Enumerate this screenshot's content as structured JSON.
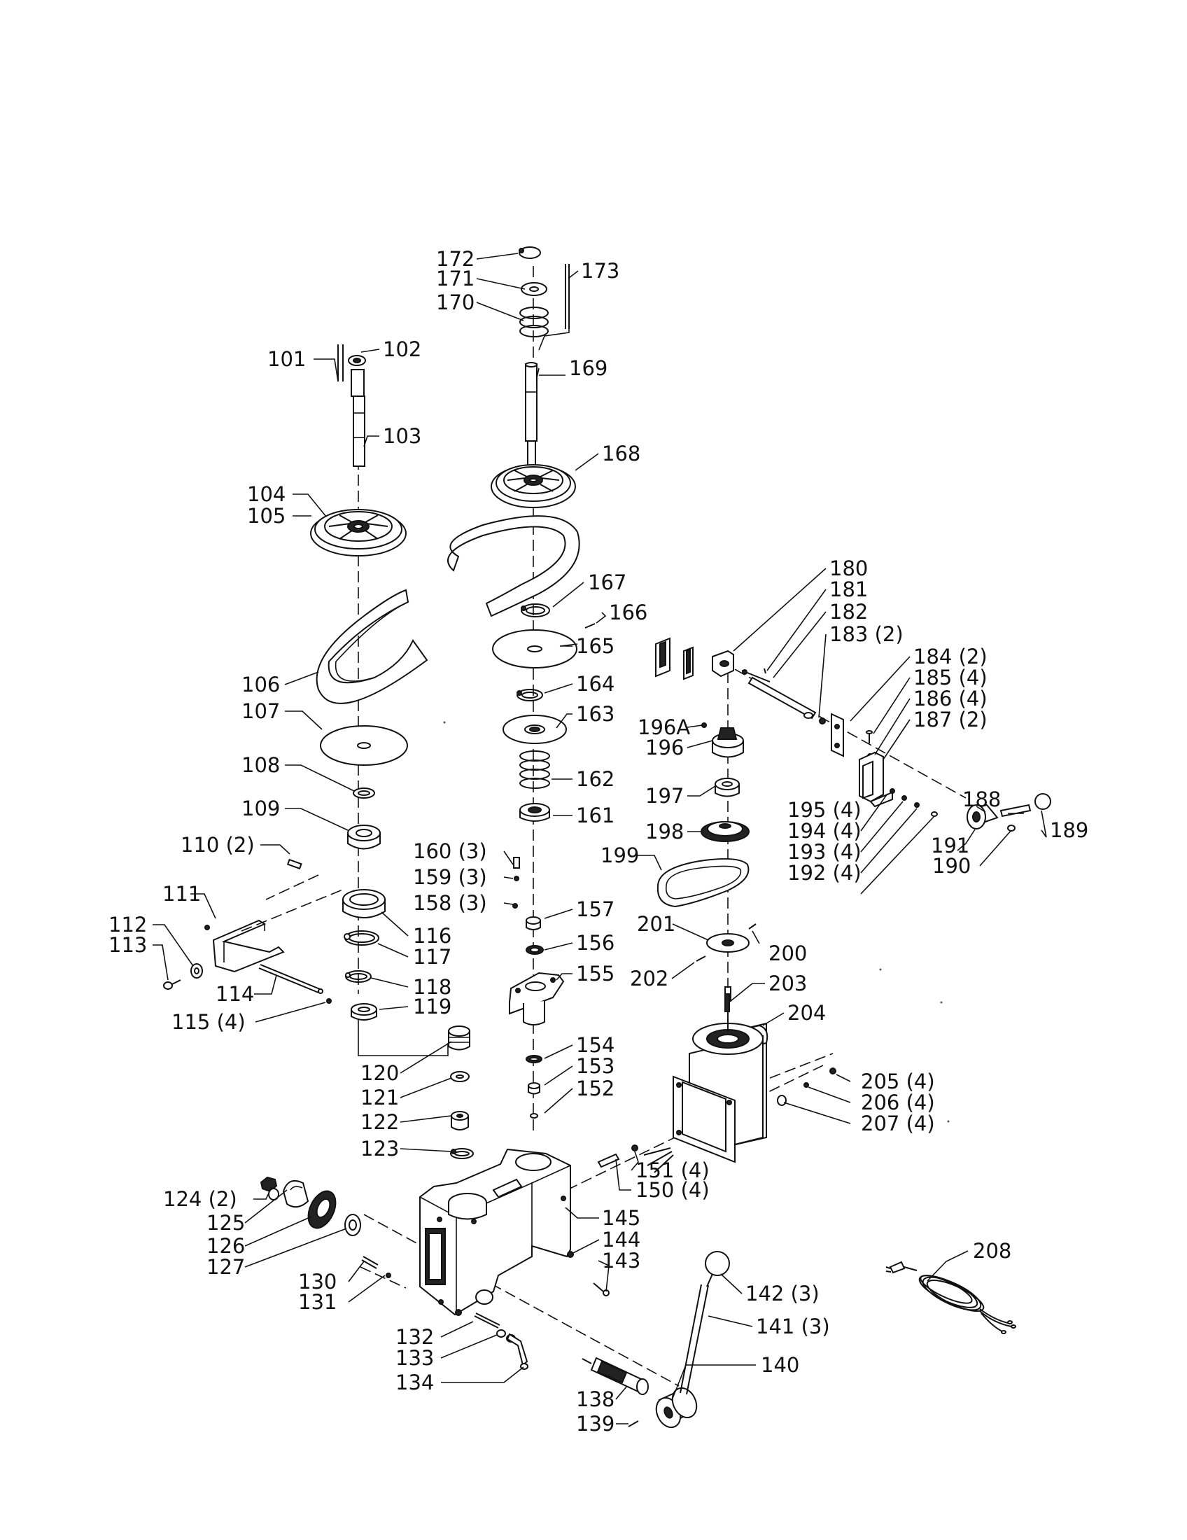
{
  "diagram": {
    "labels": {
      "p101": "101",
      "p102": "102",
      "p103": "103",
      "p104": "104",
      "p105": "105",
      "p106": "106",
      "p107": "107",
      "p108": "108",
      "p109": "109",
      "p110": "110 (2)",
      "p111": "111",
      "p112": "112",
      "p113": "113",
      "p114": "114",
      "p115": "115 (4)",
      "p116": "116",
      "p117": "117",
      "p118": "118",
      "p119": "119",
      "p120": "120",
      "p121": "121",
      "p122": "122",
      "p123": "123",
      "p124": "124 (2)",
      "p125": "125",
      "p126": "126",
      "p127": "127",
      "p130": "130",
      "p131": "131",
      "p132": "132",
      "p133": "133",
      "p134": "134",
      "p138": "138",
      "p139": "139",
      "p140": "140",
      "p141": "141 (3)",
      "p142": "142 (3)",
      "p143": "143",
      "p144": "144",
      "p145": "145",
      "p150": "150 (4)",
      "p151": "151 (4)",
      "p152": "152",
      "p153": "153",
      "p154": "154",
      "p155": "155",
      "p156": "156",
      "p157": "157",
      "p158": "158 (3)",
      "p159": "159 (3)",
      "p160": "160 (3)",
      "p161": "161",
      "p162": "162",
      "p163": "163",
      "p164": "164",
      "p165": "165",
      "p166": "166",
      "p167": "167",
      "p168": "168",
      "p169": "169",
      "p170": "170",
      "p171": "171",
      "p172": "172",
      "p173": "173",
      "p180": "180",
      "p181": "181",
      "p182": "182",
      "p183": "183 (2)",
      "p184": "184 (2)",
      "p185": "185 (4)",
      "p186": "186 (4)",
      "p187": "187 (2)",
      "p188": "188",
      "p189": "189",
      "p190": "190",
      "p191": "191",
      "p192": "192 (4)",
      "p193": "193 (4)",
      "p194": "194 (4)",
      "p195": "195 (4)",
      "p196": "196",
      "p196A": "196A",
      "p197": "197",
      "p198": "198",
      "p199": "199",
      "p200": "200",
      "p201": "201",
      "p202": "202",
      "p203": "203",
      "p204": "204",
      "p205": "205 (4)",
      "p206": "206 (4)",
      "p207": "207 (4)",
      "p208": "208"
    }
  }
}
